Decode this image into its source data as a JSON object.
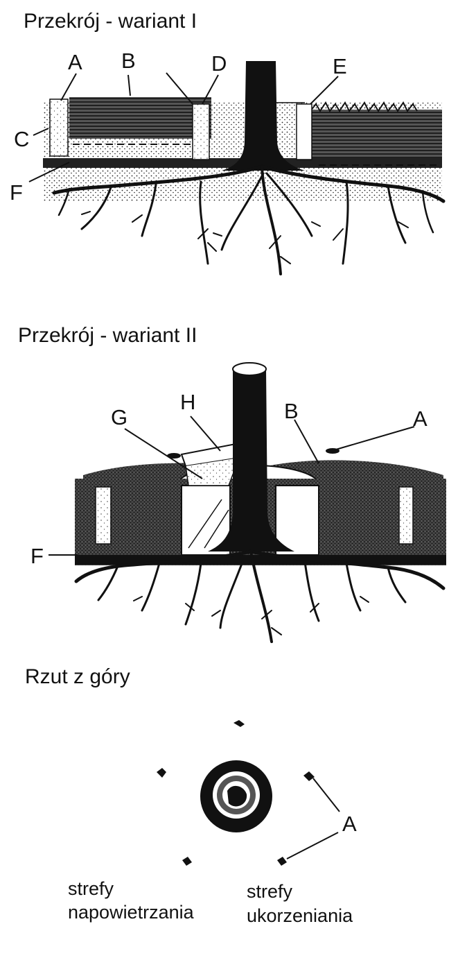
{
  "headings": {
    "variant1": "Przekrój - wariant I",
    "variant2": "Przekrój - wariant II",
    "topview": "Rzut z góry"
  },
  "labels": {
    "v1": {
      "A": "A",
      "B": "B",
      "C": "C",
      "D": "D",
      "E": "E",
      "F": "F"
    },
    "v2": {
      "G": "G",
      "H": "H",
      "B": "B",
      "A": "A",
      "F": "F"
    },
    "top": {
      "A": "A"
    }
  },
  "captions": {
    "aeration_line1": "strefy",
    "aeration_line2": "napowietrzania",
    "rooting_line1": "strefy",
    "rooting_line2": "ukorzeniania"
  },
  "colors": {
    "ink": "#111111",
    "soil": "#8a8a8a",
    "paper": "#ffffff"
  }
}
